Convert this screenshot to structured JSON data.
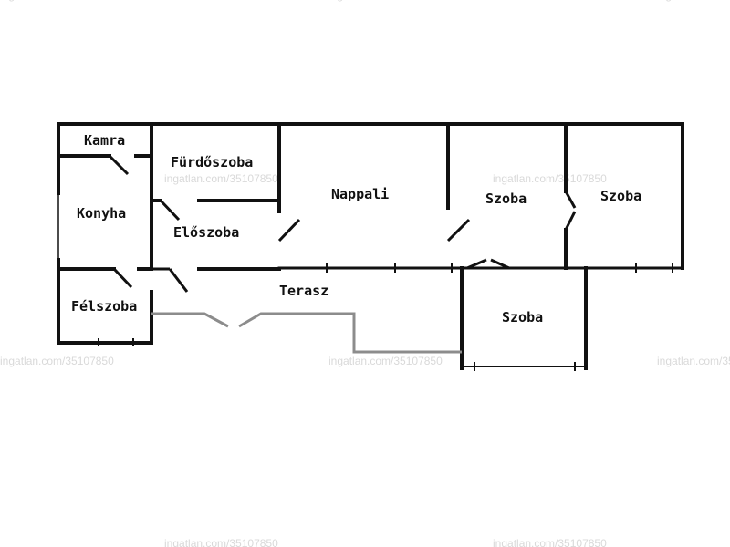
{
  "rooms": {
    "kamra": "Kamra",
    "furdoszoba": "Fürdőszoba",
    "nappali": "Nappali",
    "szoba_1": "Szoba",
    "szoba_2": "Szoba",
    "konyha": "Konyha",
    "eloszoba": "Előszoba",
    "felszoba": "Félszoba",
    "terasz": "Terasz",
    "szoba_3": "Szoba"
  },
  "watermark": "ingatlan.com/35107850",
  "colors": {
    "walls": "#111111",
    "terrace_rail": "#8c8c8c",
    "watermark": "#d9d9d9"
  }
}
